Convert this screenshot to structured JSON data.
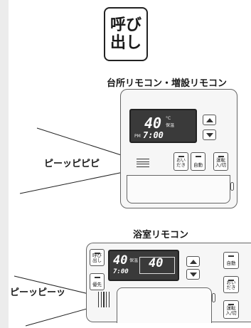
{
  "call_badge": {
    "line1": "呼び",
    "line2": "出し"
  },
  "kitchen": {
    "title": "台所リモコン・増設リモコン",
    "sound_label": "ピーッピピピ",
    "display": {
      "temp": "40",
      "unit": "°C",
      "unit_label": "保温",
      "ampm": "PM",
      "time": "7:00"
    },
    "buttons": {
      "oidaki": [
        "おい",
        "だき"
      ],
      "auto": "自動",
      "power": [
        "運転",
        "入/切"
      ]
    }
  },
  "bath": {
    "title": "浴室リモコン",
    "sound_label": "ピーッピーッ",
    "display": {
      "temp": "40",
      "unit_label": "保温",
      "time": "7:00",
      "level": "40"
    },
    "buttons": {
      "call": [
        "呼び",
        "出し"
      ],
      "priority": "優先",
      "auto": "自動",
      "oidaki": [
        "おい",
        "だき"
      ],
      "power": [
        "運転",
        "入/切"
      ]
    }
  }
}
